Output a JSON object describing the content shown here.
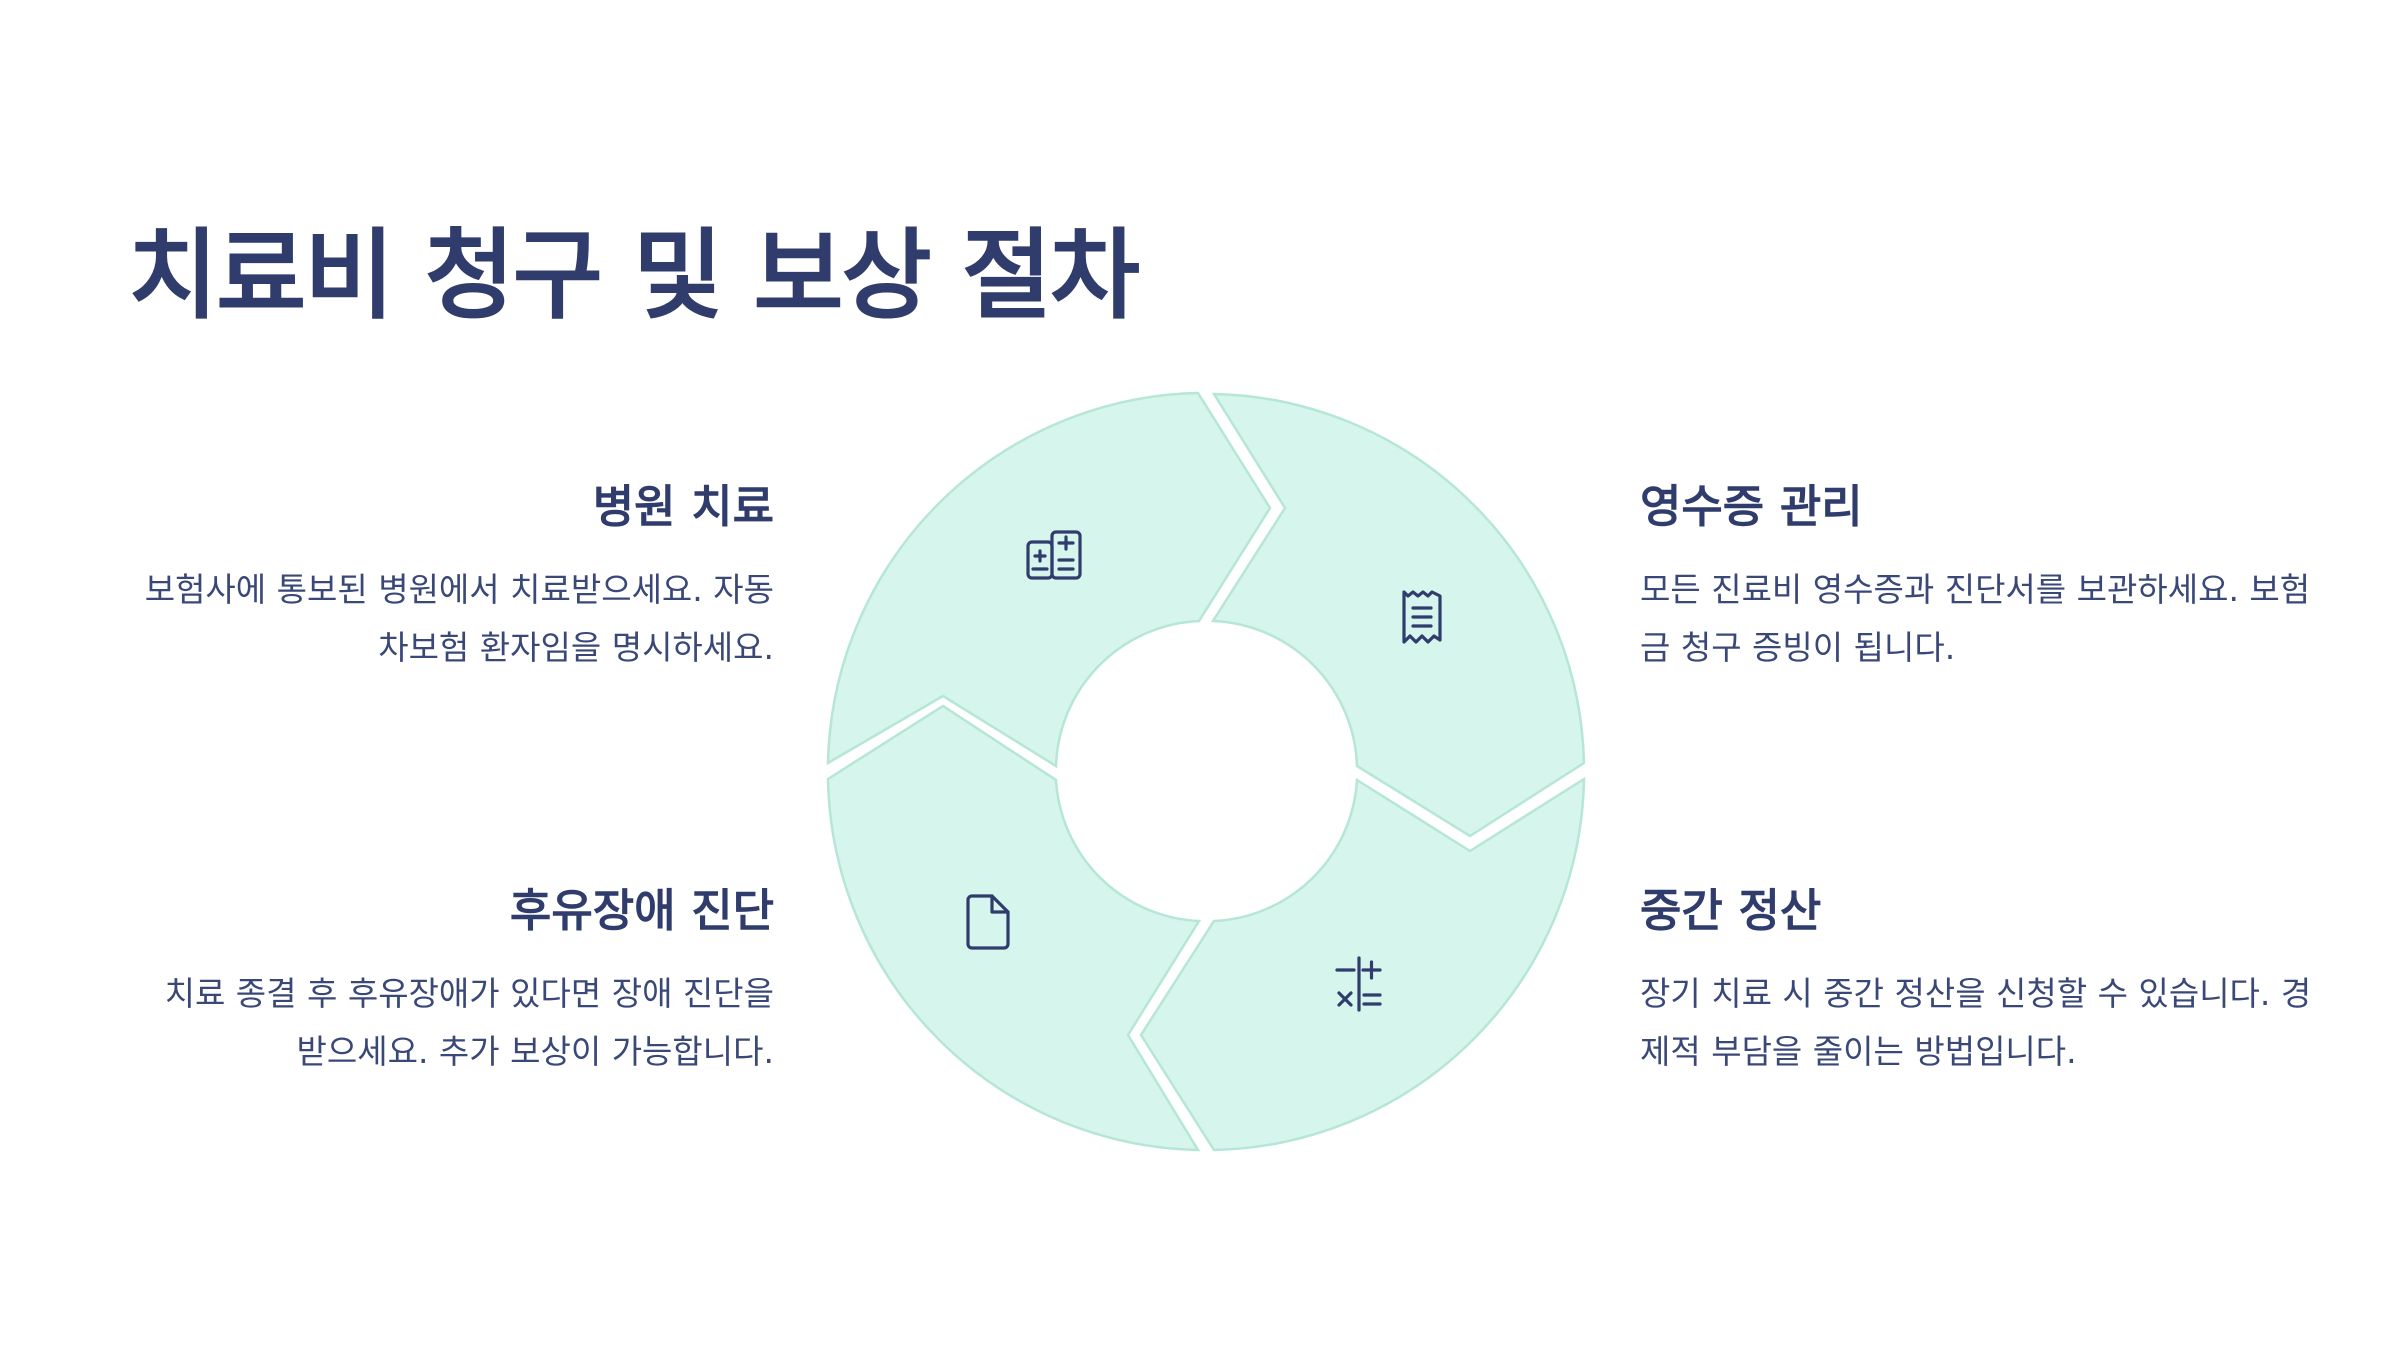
{
  "title": "치료비 청구 및 보상 절차",
  "steps": [
    {
      "heading": "병원 치료",
      "text": "보험사에 통보된 병원에서 치료받으세요. 자동차보험 환자임을 명시하세요.",
      "icon": "hospital-calculator-icon"
    },
    {
      "heading": "영수증 관리",
      "text": "모든 진료비 영수증과 진단서를 보관하세요. 보험금 청구 증빙이 됩니다.",
      "icon": "receipt-icon"
    },
    {
      "heading": "중간 정산",
      "text": "장기 치료 시 중간 정산을 신청할 수 있습니다. 경제적 부담을 줄이는 방법입니다.",
      "icon": "calculator-icon"
    },
    {
      "heading": "후유장애 진단",
      "text": "치료 종결 후 후유장애가 있다면 장애 진단을 받으세요. 추가 보상이 가능합니다.",
      "icon": "document-icon"
    }
  ],
  "colors": {
    "segment_fill": "#d6f5ec",
    "segment_stroke": "#b6e6d6",
    "text": "#2f3c6c"
  }
}
